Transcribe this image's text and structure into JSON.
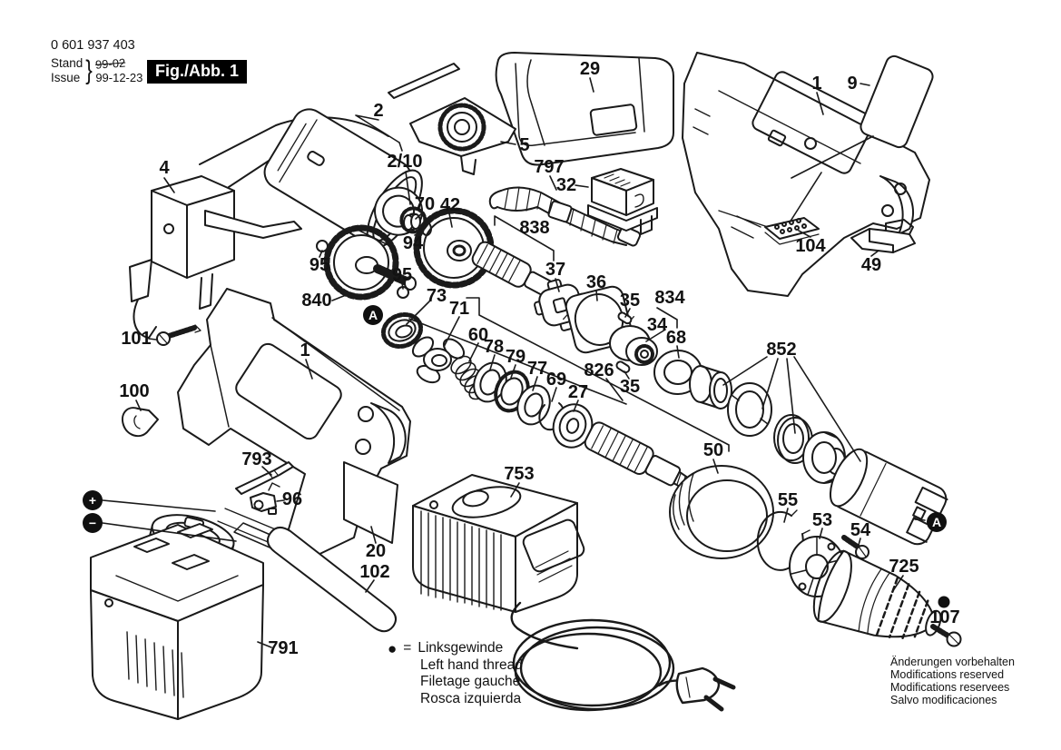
{
  "header": {
    "document_number": "0 601 937 403",
    "stand_label": "Stand",
    "issue_label": "Issue",
    "brace": "}",
    "stand_value": "99-02",
    "issue_value": "99-12-23",
    "figure_label": "Fig./Abb. 1"
  },
  "callouts": {
    "n1": "1",
    "n2": "2",
    "n2_10": "2/10",
    "n4": "4",
    "n5": "5",
    "n9": "9",
    "n20": "20",
    "n27": "27",
    "n29": "29",
    "n32": "32",
    "n34": "34",
    "n35": "35",
    "n36": "36",
    "n37": "37",
    "n42": "42",
    "n49": "49",
    "n50": "50",
    "n53": "53",
    "n54": "54",
    "n55": "55",
    "n60": "60",
    "n68": "68",
    "n69": "69",
    "n70": "70",
    "n71": "71",
    "n73": "73",
    "n77": "77",
    "n78": "78",
    "n79": "79",
    "n94": "94",
    "n95": "95",
    "n96": "96",
    "n100": "100",
    "n101": "101",
    "n102": "102",
    "n104": "104",
    "n107": "107",
    "n725": "725",
    "n753": "753",
    "n791": "791",
    "n793": "793",
    "n797": "797",
    "n826": "826",
    "n834": "834",
    "n838": "838",
    "n840": "840",
    "n852": "852"
  },
  "markers": {
    "detail_a": "A",
    "plus": "+",
    "minus": "−"
  },
  "legend": {
    "symbol": "●",
    "equals": "=",
    "lines": [
      "Linksgewinde",
      "Left hand thread",
      "Filetage gauche",
      "Rosca izquierda"
    ]
  },
  "footer_notes": [
    "Änderungen vorbehalten",
    "Modifications reserved",
    "Modifications reservees",
    "Salvo modificaciones"
  ]
}
